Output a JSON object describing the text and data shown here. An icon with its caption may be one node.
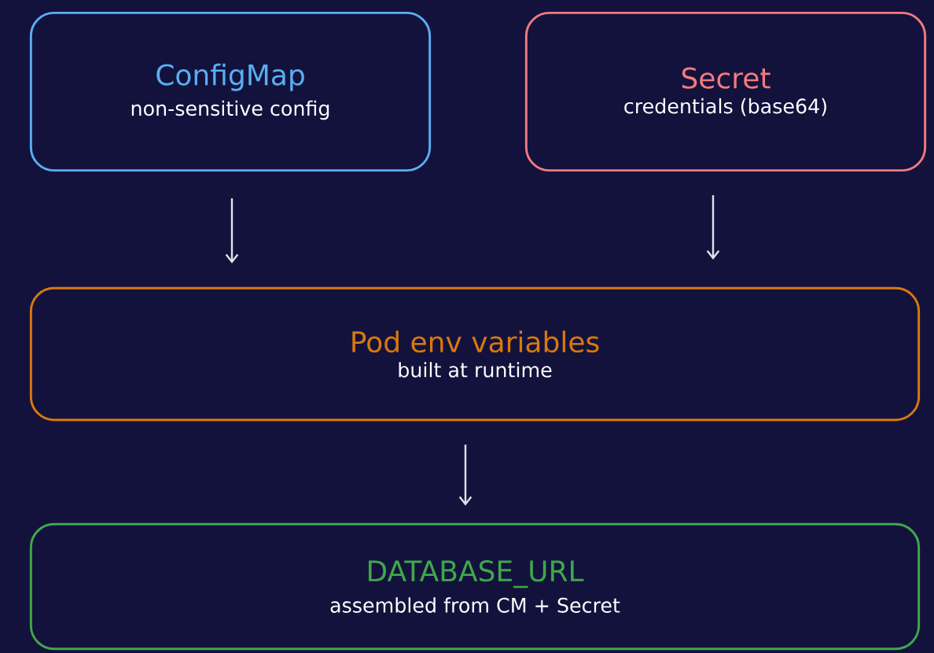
{
  "diagram": {
    "nodes": [
      {
        "text": [
          "ConfigMap",
          "non-sensitive config"
        ]
      },
      {
        "text": [
          "Secret",
          "credentials (base64)"
        ]
      },
      {
        "text": [
          "Pod env variables",
          "built at runtime"
        ]
      },
      {
        "text": [
          "DATABASE_URL",
          "assembled from CM + Secret"
        ]
      }
    ],
    "edges": [
      {
        "from": 0,
        "to": 2,
        "arrow": "to"
      },
      {
        "from": 1,
        "to": 2,
        "arrow": "to"
      },
      {
        "from": 2,
        "to": 3,
        "arrow": "to"
      }
    ]
  }
}
